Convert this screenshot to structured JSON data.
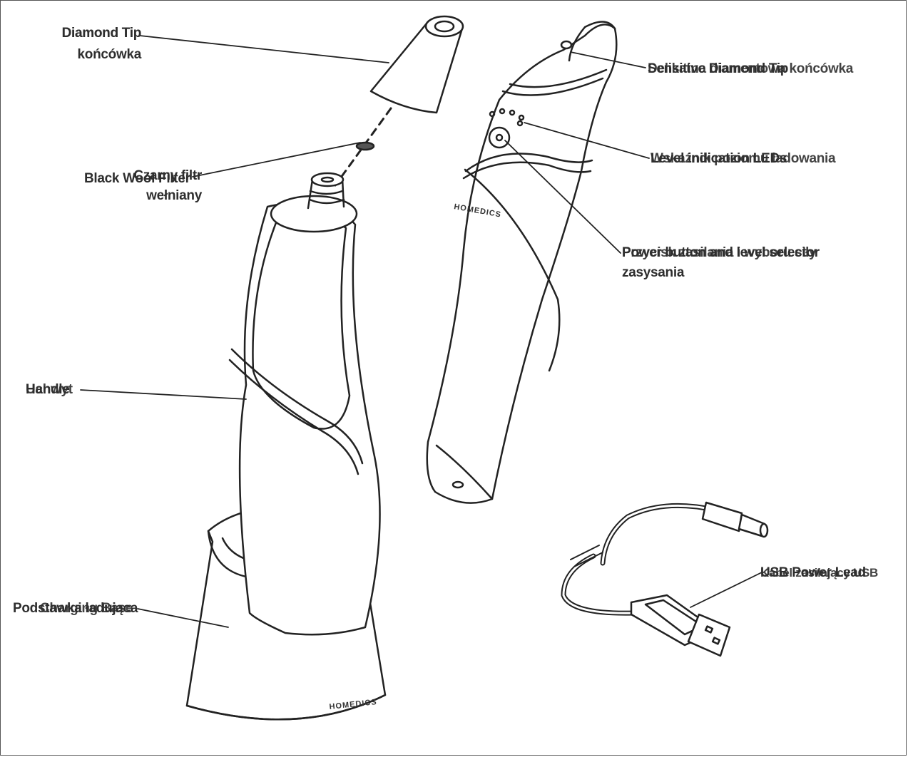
{
  "labels": {
    "diamond_tip": {
      "en": "Diamond Tip",
      "pl_line1": "Diamond Tip",
      "pl_line2": "końcówka"
    },
    "black_wool_filter": {
      "en": "Black Wool Filter",
      "pl_line1": "Czarny filtr",
      "pl_line2": "wełniany"
    },
    "sensitive_diamond_tip": {
      "en": "Sensitive Diamond Tip",
      "pl": "Delikatna diamentowa końcówka"
    },
    "level_indicator_leds": {
      "en": "Level indication LEDs",
      "pl": "Wskaźnik poziomu ładowania"
    },
    "power_button": {
      "en": "Power button and level selector",
      "pl_line1": "Przycisk zasilania i wyboru siły",
      "pl_line2": "zasysania"
    },
    "handle": {
      "en": "Handle",
      "pl": "Uchwyt"
    },
    "charging_base": {
      "en": "Charging Base",
      "pl": "Podstawka ładująca"
    },
    "usb_power_lead": {
      "en": "USB Power Lead",
      "pl": "Kabel zasilający USB"
    }
  },
  "brand": {
    "logo_text": "HOMEDICS"
  }
}
